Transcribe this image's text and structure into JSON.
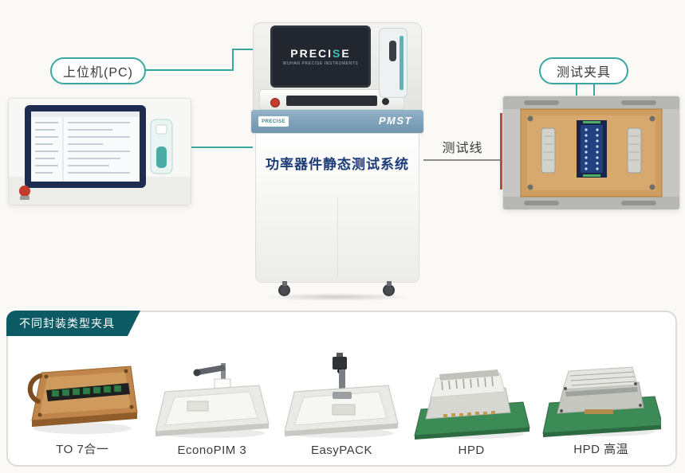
{
  "diagram": {
    "pc_pill": "上位机(PC)",
    "fixture_pill": "测试夹具",
    "test_line": "测试线",
    "machine": {
      "screen_brand_prefix": "PRECI",
      "screen_brand_s": "S",
      "screen_brand_suffix": "E",
      "screen_subtitle": "WUHAN PRECISE INSTRUMENTS",
      "band_badge": "PRECISE",
      "band_model": "PMST",
      "title": "功率器件静态测试系统"
    }
  },
  "fixtures_panel": {
    "ribbon": "不同封装类型夹具",
    "items": [
      {
        "label": "TO 7合一"
      },
      {
        "label": "EconoPIM 3"
      },
      {
        "label": "EasyPACK"
      },
      {
        "label": "HPD"
      },
      {
        "label": "HPD 高温"
      }
    ]
  },
  "colors": {
    "accent_teal": "#3aa8a1",
    "ribbon_teal": "#0c5a63",
    "band_blue": "#7d9db6",
    "title_navy": "#1d3b76",
    "alert_red": "#c23b2c",
    "fixture_copper": "#c0854a",
    "pcb_green": "#3c8a55"
  }
}
